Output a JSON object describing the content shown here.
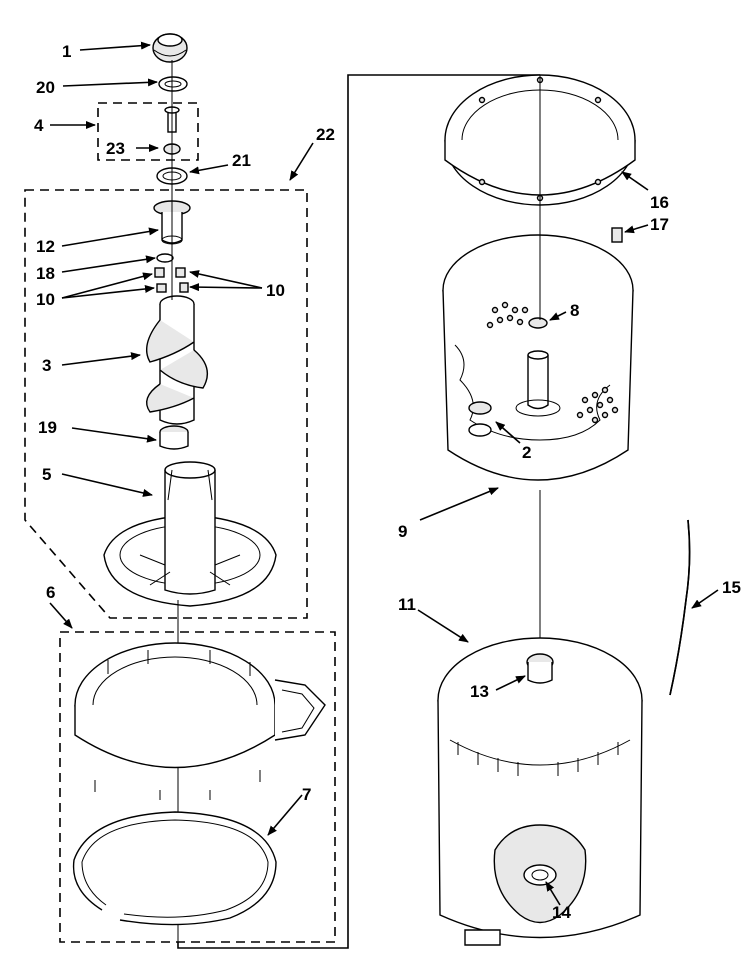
{
  "labels": {
    "p1": "1",
    "p20": "20",
    "p4": "4",
    "p23": "23",
    "p21": "21",
    "p22": "22",
    "p12": "12",
    "p18": "18",
    "p10a": "10",
    "p10b": "10",
    "p3": "3",
    "p19": "19",
    "p5": "5",
    "p6": "6",
    "p7": "7",
    "p16": "16",
    "p17": "17",
    "p8": "8",
    "p2": "2",
    "p9": "9",
    "p11": "11",
    "p15": "15",
    "p13": "13",
    "p14": "14"
  }
}
